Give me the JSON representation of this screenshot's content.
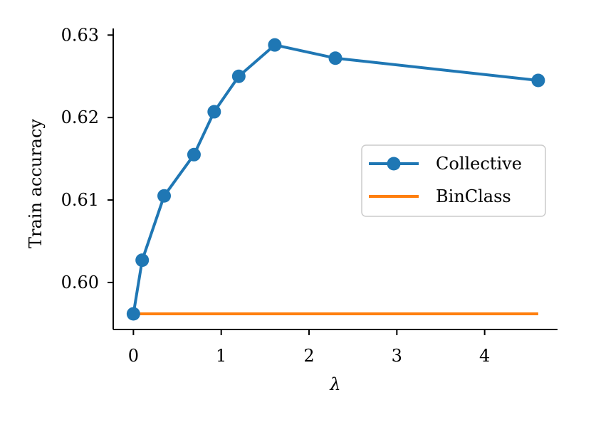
{
  "chart_data": {
    "type": "line",
    "title": "",
    "xlabel": "λ",
    "ylabel": "Train accuracy",
    "xlim": [
      -0.23,
      4.83
    ],
    "ylim": [
      0.5943,
      0.6308
    ],
    "xticks": [
      0,
      1,
      2,
      3,
      4
    ],
    "xtick_labels": [
      "0",
      "1",
      "2",
      "3",
      "4"
    ],
    "yticks": [
      0.6,
      0.61,
      0.62,
      0.63
    ],
    "ytick_labels": [
      "0.60",
      "0.61",
      "0.62",
      "0.63"
    ],
    "grid": false,
    "legend_position": "center-right",
    "series": [
      {
        "name": "Collective",
        "color": "#1f77b4",
        "marker": "circle",
        "x": [
          0,
          0.1,
          0.35,
          0.69,
          0.92,
          1.2,
          1.61,
          2.3,
          4.61
        ],
        "y": [
          0.5962,
          0.6027,
          0.6105,
          0.6155,
          0.6207,
          0.625,
          0.6288,
          0.6272,
          0.6245
        ]
      },
      {
        "name": "BinClass",
        "color": "#ff7f0e",
        "marker": "none",
        "x": [
          0,
          4.61
        ],
        "y": [
          0.5962,
          0.5962
        ]
      }
    ]
  }
}
